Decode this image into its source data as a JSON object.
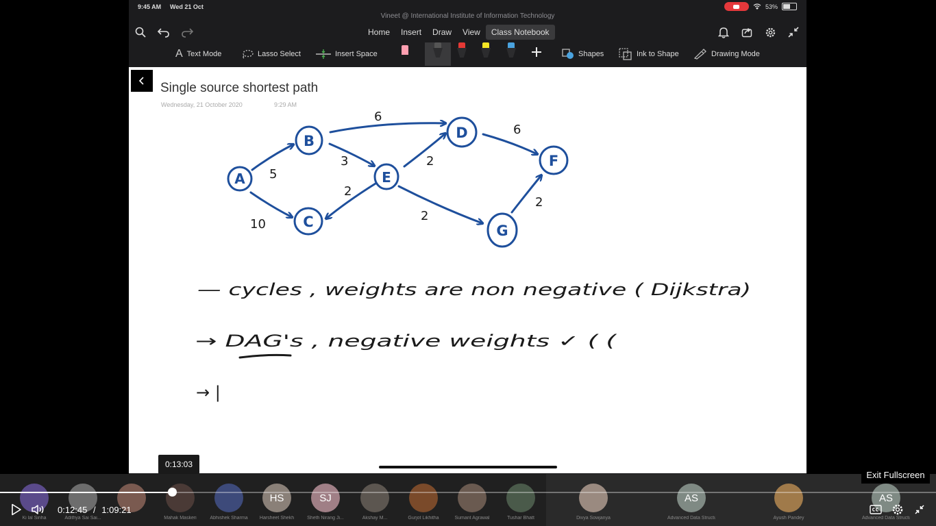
{
  "ipad": {
    "status": {
      "time": "9:45 AM",
      "date": "Wed 21 Oct",
      "battery": "53%"
    },
    "window_title": "Vineet @ International Institute of Information Technology",
    "menu_tabs": [
      {
        "label": "Home",
        "active": false
      },
      {
        "label": "Insert",
        "active": false
      },
      {
        "label": "Draw",
        "active": false
      },
      {
        "label": "View",
        "active": false
      },
      {
        "label": "Class Notebook",
        "active": true
      }
    ],
    "toolbar": {
      "text_mode": "Text Mode",
      "lasso_select": "Lasso Select",
      "insert_space": "Insert Space",
      "shapes": "Shapes",
      "ink_to_shape": "Ink to Shape",
      "drawing_mode": "Drawing Mode",
      "pen_colors": [
        "#ff9fb1",
        "#2c2c2e",
        "#e53935",
        "#f5e625",
        "#4aa3df"
      ]
    }
  },
  "page": {
    "title": "Single source shortest path",
    "date": "Wednesday, 21 October 2020",
    "time": "9:29 AM",
    "ink": {
      "nodes": [
        "A",
        "B",
        "C",
        "D",
        "E",
        "F",
        "G"
      ],
      "edge_weights": [
        "5",
        "10",
        "6",
        "3",
        "2",
        "2",
        "2",
        "6",
        "2"
      ],
      "line1": "— cycles , weights are non negative ( Dijkstra)",
      "line2": "→ DAG's , negative weights ✓ ( (",
      "line3": "→ |"
    }
  },
  "player": {
    "current_time": "0:12:45",
    "separator": "/",
    "duration": "1:09:21",
    "hover_time": "0:13:03",
    "progress_fraction": 0.184,
    "exit_fullscreen_tooltip": "Exit Fullscreen"
  },
  "participants": [
    {
      "initials": "",
      "name": "Ki lal Sinha"
    },
    {
      "initials": "",
      "name": "Adithya Sai Sai..."
    },
    {
      "initials": "",
      "name": ""
    },
    {
      "initials": "",
      "name": "Mahak Maskeri"
    },
    {
      "initials": "",
      "name": "Abhishek Sharma"
    },
    {
      "initials": "HS",
      "name": "Harsheet Shekh"
    },
    {
      "initials": "SJ",
      "name": "Sheth Nirang Ji..."
    },
    {
      "initials": "",
      "name": "Akshay M..."
    },
    {
      "initials": "",
      "name": "Gurjot Likhitha"
    },
    {
      "initials": "",
      "name": "Sumant Agrawal"
    },
    {
      "initials": "",
      "name": "Tushar Bhatt"
    },
    {
      "initials": "",
      "name": "Divya Sowjanya"
    },
    {
      "initials": "AS",
      "name": "Advanced Data Structures & Algorith..."
    },
    {
      "initials": "",
      "name": "Ayush Pandey"
    },
    {
      "initials": "AS",
      "name": "Advanced Data Structures & Algorith..."
    }
  ]
}
